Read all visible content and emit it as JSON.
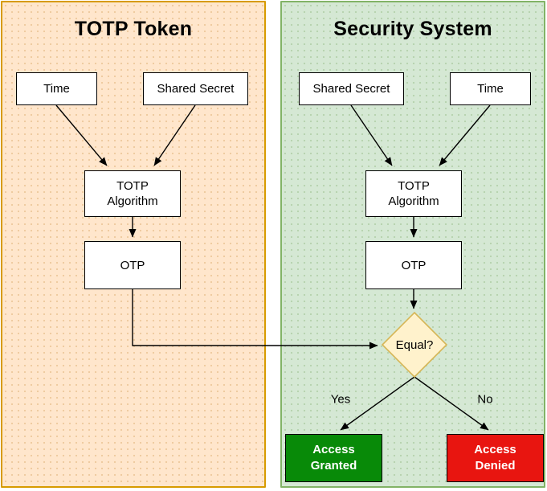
{
  "diagram": {
    "left_panel": {
      "title": "TOTP Token",
      "nodes": {
        "time": "Time",
        "shared_secret": "Shared Secret",
        "algorithm": "TOTP Algorithm",
        "otp": "OTP"
      }
    },
    "right_panel": {
      "title": "Security System",
      "nodes": {
        "shared_secret": "Shared Secret",
        "time": "Time",
        "algorithm": "TOTP Algorithm",
        "otp": "OTP"
      }
    },
    "decision": {
      "label": "Equal?",
      "yes": "Yes",
      "no": "No"
    },
    "outcomes": {
      "granted": "Access Granted",
      "denied": "Access Denied"
    }
  },
  "colors": {
    "left_panel_fill": "#FFE6CC",
    "left_panel_border": "#D79B00",
    "right_panel_fill": "#D5E8D4",
    "right_panel_border": "#82B366",
    "decision_fill": "#FFF2CC",
    "decision_border": "#D6B656",
    "granted_fill": "#088A08",
    "denied_fill": "#E81510",
    "node_fill": "#FFFFFF",
    "line_color": "#000000"
  }
}
